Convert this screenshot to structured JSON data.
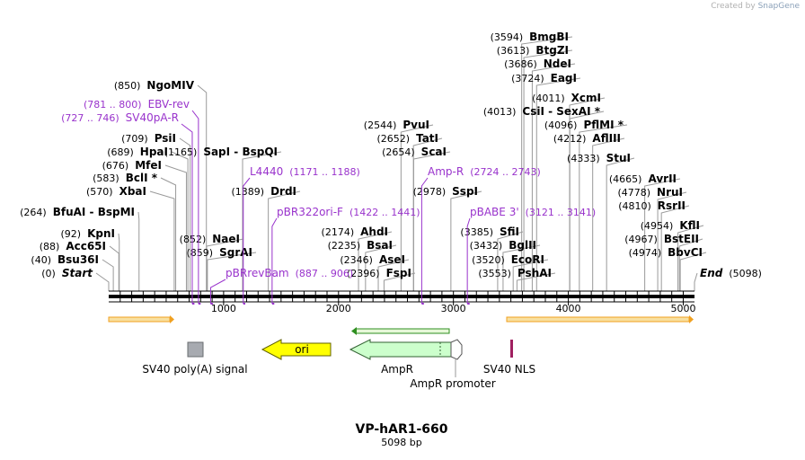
{
  "credit": {
    "prefix": "Created by",
    "brand": "SnapGene"
  },
  "map": {
    "title": "VP-hAR1-660",
    "length_label": "5098 bp",
    "length": 5098,
    "ticks": [
      "1000",
      "2000",
      "3000",
      "4000",
      "5000"
    ],
    "start_label": "Start",
    "start_pos": "(0)",
    "end_label": "End",
    "end_pos": "(5098)"
  },
  "sites": [
    {
      "name": "Bsu36I",
      "pos": "(40)",
      "bp": 40
    },
    {
      "name": "Acc65I",
      "pos": "(88)",
      "bp": 88
    },
    {
      "name": "KpnI",
      "pos": "(92)",
      "bp": 92
    },
    {
      "name": "BfuAI  -  BspMI",
      "pos": "(264)",
      "bp": 264
    },
    {
      "name": "XbaI",
      "pos": "(570)",
      "bp": 570
    },
    {
      "name": "BclI *",
      "pos": "(583)",
      "bp": 583
    },
    {
      "name": "MfeI",
      "pos": "(676)",
      "bp": 676
    },
    {
      "name": "HpaI",
      "pos": "(689)",
      "bp": 689
    },
    {
      "name": "PsiI",
      "pos": "(709)",
      "bp": 709
    },
    {
      "name": "NgoMIV",
      "pos": "(850)",
      "bp": 850
    },
    {
      "name": "NaeI",
      "pos": "(852)",
      "bp": 852
    },
    {
      "name": "SgrAI",
      "pos": "(859)",
      "bp": 859
    },
    {
      "name": "SapI  -  BspQI",
      "pos": "(1165)",
      "bp": 1165
    },
    {
      "name": "DrdI",
      "pos": "(1389)",
      "bp": 1389
    },
    {
      "name": "AhdI",
      "pos": "(2174)",
      "bp": 2174
    },
    {
      "name": "BsaI",
      "pos": "(2235)",
      "bp": 2235
    },
    {
      "name": "AseI",
      "pos": "(2346)",
      "bp": 2346
    },
    {
      "name": "FspI",
      "pos": "(2396)",
      "bp": 2396
    },
    {
      "name": "PvuI",
      "pos": "(2544)",
      "bp": 2544
    },
    {
      "name": "TatI",
      "pos": "(2652)",
      "bp": 2652
    },
    {
      "name": "ScaI",
      "pos": "(2654)",
      "bp": 2654
    },
    {
      "name": "SspI",
      "pos": "(2978)",
      "bp": 2978
    },
    {
      "name": "SfiI",
      "pos": "(3385)",
      "bp": 3385
    },
    {
      "name": "BglII",
      "pos": "(3432)",
      "bp": 3432
    },
    {
      "name": "EcoRI",
      "pos": "(3520)",
      "bp": 3520
    },
    {
      "name": "PshAI",
      "pos": "(3553)",
      "bp": 3553
    },
    {
      "name": "BmgBI",
      "pos": "(3594)",
      "bp": 3594
    },
    {
      "name": "BtgZI",
      "pos": "(3613)",
      "bp": 3613
    },
    {
      "name": "NdeI",
      "pos": "(3686)",
      "bp": 3686
    },
    {
      "name": "EagI",
      "pos": "(3724)",
      "bp": 3724
    },
    {
      "name": "XcmI",
      "pos": "(4011)",
      "bp": 4011
    },
    {
      "name": "CsiI  -  SexAI *",
      "pos": "(4013)",
      "bp": 4013
    },
    {
      "name": "PflMI *",
      "pos": "(4096)",
      "bp": 4096
    },
    {
      "name": "AflIII",
      "pos": "(4212)",
      "bp": 4212
    },
    {
      "name": "StuI",
      "pos": "(4333)",
      "bp": 4333
    },
    {
      "name": "AvrII",
      "pos": "(4665)",
      "bp": 4665
    },
    {
      "name": "NruI",
      "pos": "(4778)",
      "bp": 4778
    },
    {
      "name": "RsrII",
      "pos": "(4810)",
      "bp": 4810
    },
    {
      "name": "KflI",
      "pos": "(4954)",
      "bp": 4954
    },
    {
      "name": "BstEII",
      "pos": "(4967)",
      "bp": 4967
    },
    {
      "name": "BbvCI",
      "pos": "(4974)",
      "bp": 4974
    }
  ],
  "primers": [
    {
      "name": "EBV-rev",
      "range": "(781 .. 800)",
      "start": 781,
      "end": 800
    },
    {
      "name": "SV40pA-R",
      "range": "(727 .. 746)",
      "start": 727,
      "end": 746
    },
    {
      "name": "L4440",
      "range": "(1171 .. 1188)",
      "start": 1171,
      "end": 1188
    },
    {
      "name": "pBR322ori-F",
      "range": "(1422 .. 1441)",
      "start": 1422,
      "end": 1441
    },
    {
      "name": "pBRrevBam",
      "range": "(887 .. 906)",
      "start": 887,
      "end": 906
    },
    {
      "name": "Amp-R",
      "range": "(2724 .. 2743)",
      "start": 2724,
      "end": 2743
    },
    {
      "name": "pBABE 3'",
      "range": "(3121 .. 3141)",
      "start": 3121,
      "end": 3141
    }
  ],
  "features": [
    {
      "name": "SV40 poly(A) signal",
      "color": "#a7aab0"
    },
    {
      "name": "ori",
      "color": "#ffff00"
    },
    {
      "name": "AmpR",
      "color": "#ccffcc"
    },
    {
      "name": "AmpR promoter",
      "color": "#ffffff"
    },
    {
      "name": "SV40 NLS",
      "color": "#a02060"
    }
  ],
  "colors": {
    "primer": "#9933cc",
    "site_line": "#9a9a9a",
    "backbone": "#000000",
    "orf_orange": "#f0a020",
    "orf_green": "#2f8f20"
  }
}
